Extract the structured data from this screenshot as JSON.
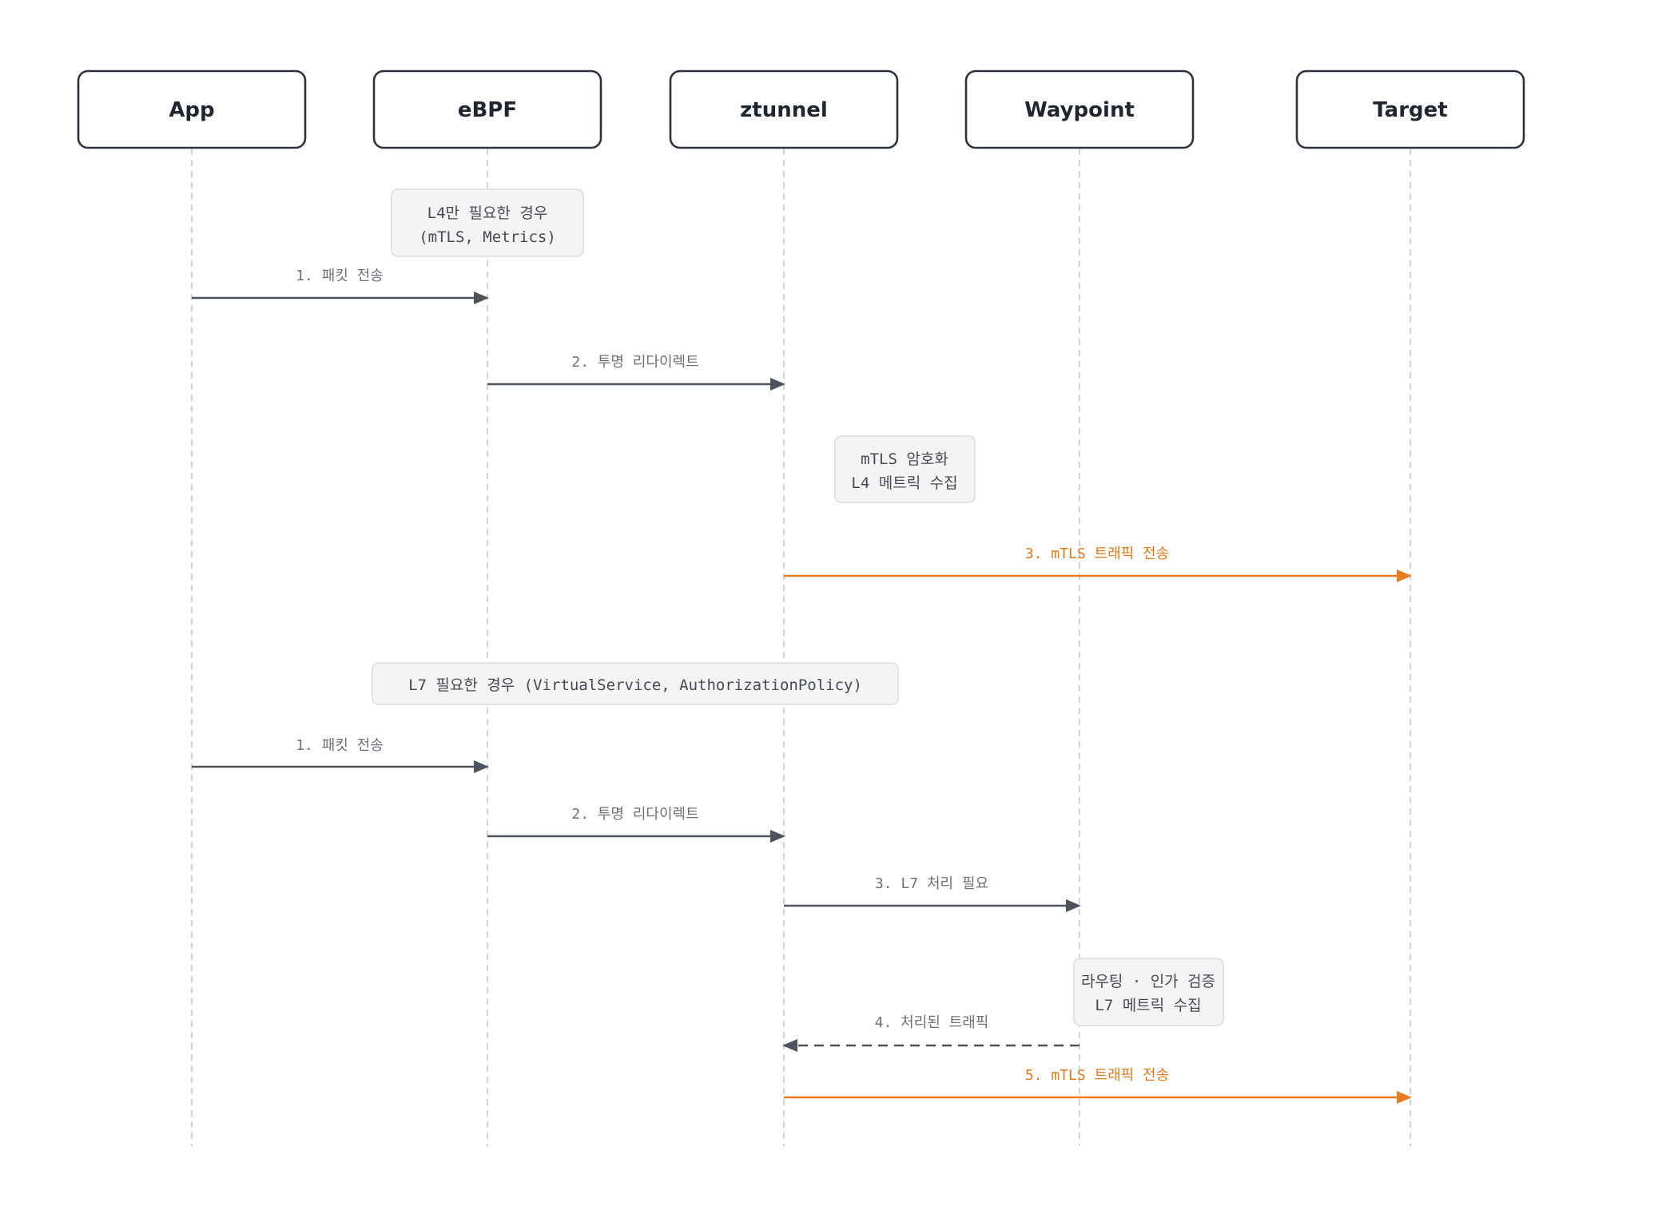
{
  "colors": {
    "default_arrow": "#4d535d",
    "accent_arrow": "#e77d1f",
    "accent_label": "#e07a1a",
    "actor_border": "#2b323c",
    "note_fill": "#f4f4f4",
    "lifeline": "#cfd2d6"
  },
  "actors": [
    {
      "id": "app",
      "label": "App"
    },
    {
      "id": "ebpf",
      "label": "eBPF"
    },
    {
      "id": "ztunnel",
      "label": "ztunnel"
    },
    {
      "id": "waypoint",
      "label": "Waypoint"
    },
    {
      "id": "target",
      "label": "Target"
    }
  ],
  "notes": [
    {
      "id": "note-l4-only",
      "lines": [
        "L4만 필요한 경우",
        "(mTLS, Metrics)"
      ]
    },
    {
      "id": "note-ztunnel-l4",
      "lines": [
        "mTLS 암호화",
        "L4 메트릭 수집"
      ]
    },
    {
      "id": "note-l7-needed",
      "lines": [
        "L7 필요한 경우 (VirtualService, AuthorizationPolicy)"
      ]
    },
    {
      "id": "note-waypoint-l7",
      "lines": [
        "라우팅 · 인가 검증",
        "L7 메트릭 수집"
      ]
    }
  ],
  "messages": [
    {
      "id": "l4-1",
      "label": "1. 패킷 전송",
      "from": "app",
      "to": "ebpf",
      "style": "solid",
      "accent": false
    },
    {
      "id": "l4-2",
      "label": "2. 투명 리다이렉트",
      "from": "ebpf",
      "to": "ztunnel",
      "style": "solid",
      "accent": false
    },
    {
      "id": "l4-3",
      "label": "3. mTLS 트래픽 전송",
      "from": "ztunnel",
      "to": "target",
      "style": "solid",
      "accent": true
    },
    {
      "id": "l7-1",
      "label": "1. 패킷 전송",
      "from": "app",
      "to": "ebpf",
      "style": "solid",
      "accent": false
    },
    {
      "id": "l7-2",
      "label": "2. 투명 리다이렉트",
      "from": "ebpf",
      "to": "ztunnel",
      "style": "solid",
      "accent": false
    },
    {
      "id": "l7-3",
      "label": "3. L7 처리 필요",
      "from": "ztunnel",
      "to": "waypoint",
      "style": "solid",
      "accent": false
    },
    {
      "id": "l7-4",
      "label": "4. 처리된 트래픽",
      "from": "waypoint",
      "to": "ztunnel",
      "style": "dashed",
      "accent": false
    },
    {
      "id": "l7-5",
      "label": "5. mTLS 트래픽 전송",
      "from": "ztunnel",
      "to": "target",
      "style": "solid",
      "accent": true
    }
  ]
}
